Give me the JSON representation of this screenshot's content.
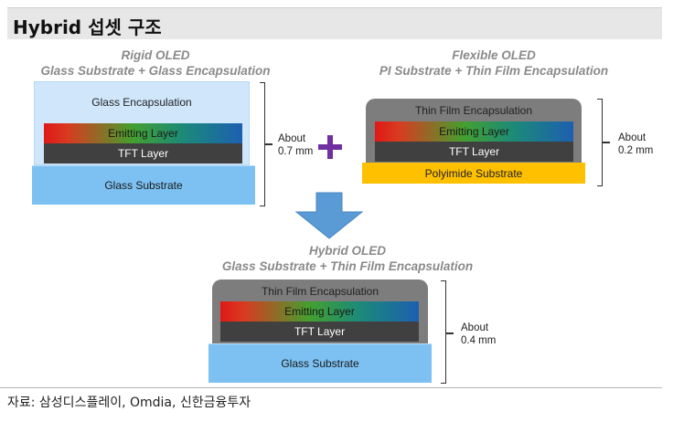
{
  "title": "Hybrid 섭셋 구조",
  "rigid": {
    "caption_line1": "Rigid OLED",
    "caption_line2": "Glass Substrate + Glass Encapsulation",
    "layers": {
      "encapsulation": "Glass Encapsulation",
      "emitting": "Emitting Layer",
      "tft": "TFT Layer",
      "substrate": "Glass Substrate"
    },
    "thickness": [
      "About",
      "0.7 mm"
    ]
  },
  "flexible": {
    "caption_line1": "Flexible OLED",
    "caption_line2": "PI Substrate + Thin Film Encapsulation",
    "layers": {
      "encapsulation": "Thin Film Encapsulation",
      "emitting": "Emitting Layer",
      "tft": "TFT Layer",
      "substrate": "Polyimide Substrate"
    },
    "thickness": [
      "About",
      "0.2 mm"
    ]
  },
  "hybrid": {
    "caption_line1": "Hybrid OLED",
    "caption_line2": "Glass Substrate + Thin Film Encapsulation",
    "layers": {
      "encapsulation": "Thin Film Encapsulation",
      "emitting": "Emitting Layer",
      "tft": "TFT Layer",
      "substrate": "Glass Substrate"
    },
    "thickness": [
      "About",
      "0.4 mm"
    ]
  },
  "symbols": {
    "plus": "+",
    "arrow": "down-arrow-icon"
  },
  "colors": {
    "glass": "#7cc1f2",
    "glass_encap": "#cfe6fb",
    "tfe": "#7d7d7d",
    "tft": "#404040",
    "polyimide": "#ffc000",
    "plus": "#7030a0",
    "arrow": "#5b9bd5"
  },
  "source": "자료: 삼성디스플레이, Omdia, 신한금융투자"
}
